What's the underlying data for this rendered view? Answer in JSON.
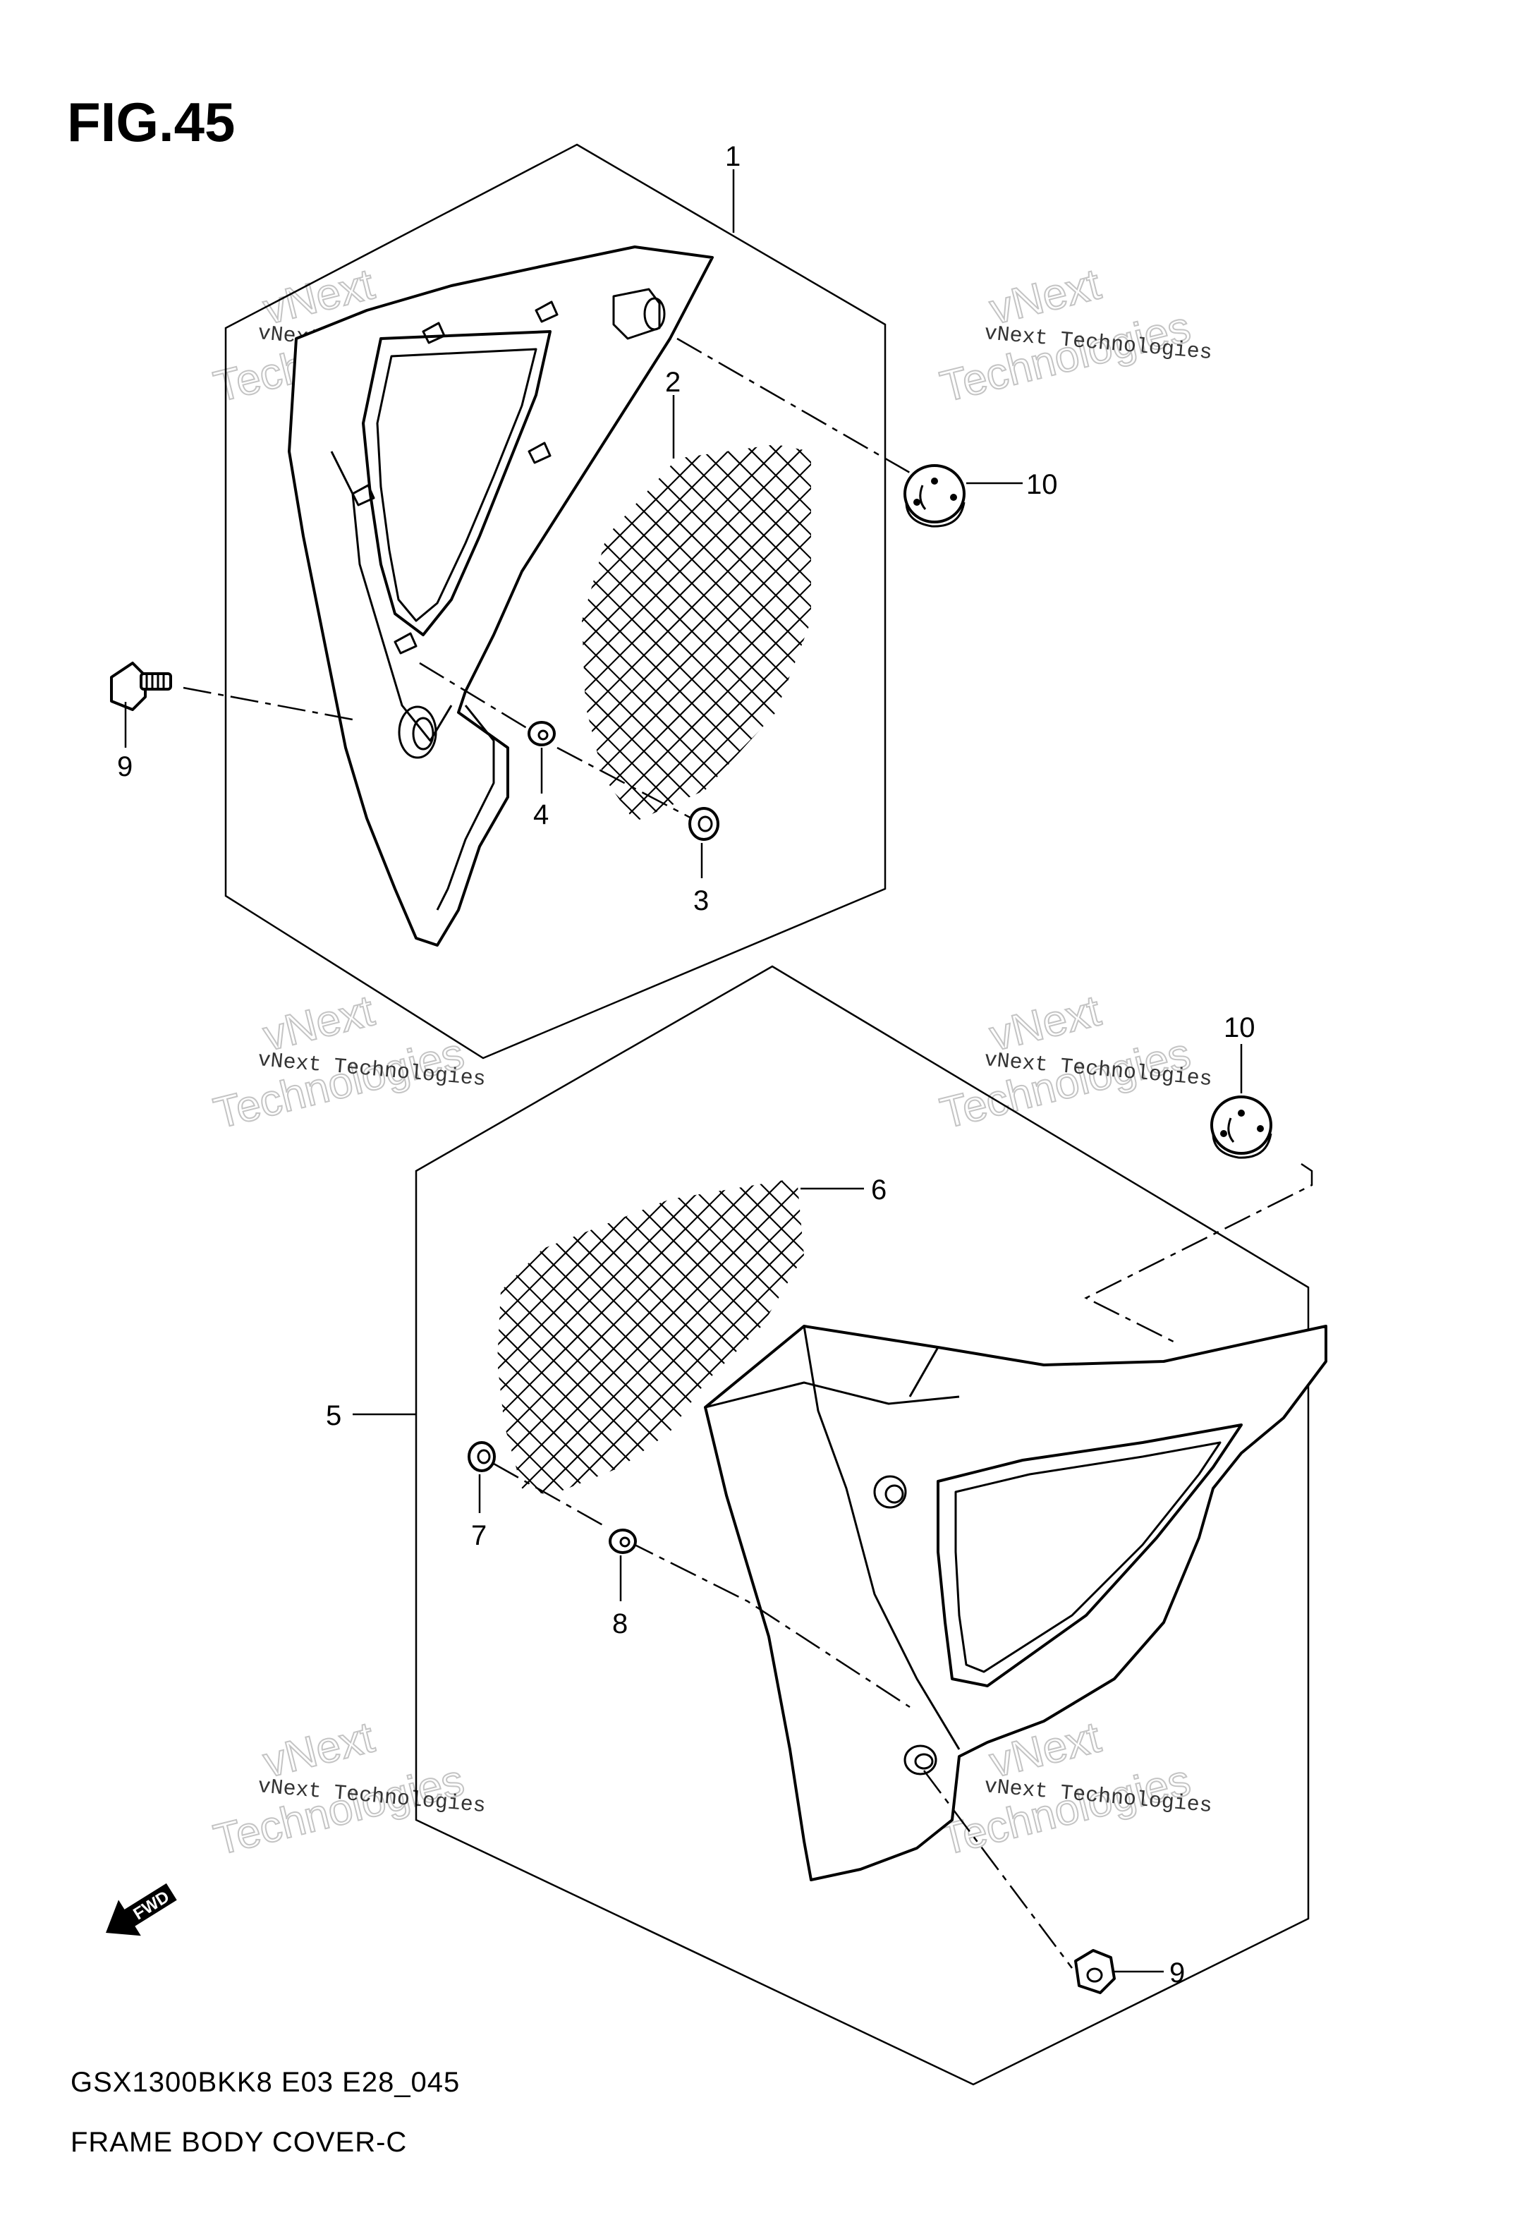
{
  "figure": {
    "title": "FIG.45"
  },
  "callouts": [
    {
      "id": "c1",
      "label": "1"
    },
    {
      "id": "c2",
      "label": "2"
    },
    {
      "id": "c3",
      "label": "3"
    },
    {
      "id": "c4",
      "label": "4"
    },
    {
      "id": "c9a",
      "label": "9"
    },
    {
      "id": "c10a",
      "label": "10"
    },
    {
      "id": "c5",
      "label": "5"
    },
    {
      "id": "c6",
      "label": "6"
    },
    {
      "id": "c7",
      "label": "7"
    },
    {
      "id": "c8",
      "label": "8"
    },
    {
      "id": "c9b",
      "label": "9"
    },
    {
      "id": "c10b",
      "label": "10"
    }
  ],
  "watermark": {
    "company": "vNext Technologies",
    "word_top": "vNext",
    "word_bottom": "Technologies"
  },
  "fwd_label": "FWD",
  "footer": {
    "model_code": "GSX1300BKK8 E03 E28_045",
    "section_name": "FRAME BODY COVER-C"
  },
  "colors": {
    "line": "#000000",
    "background": "#ffffff",
    "watermark_outline": "#c4c4c4"
  }
}
